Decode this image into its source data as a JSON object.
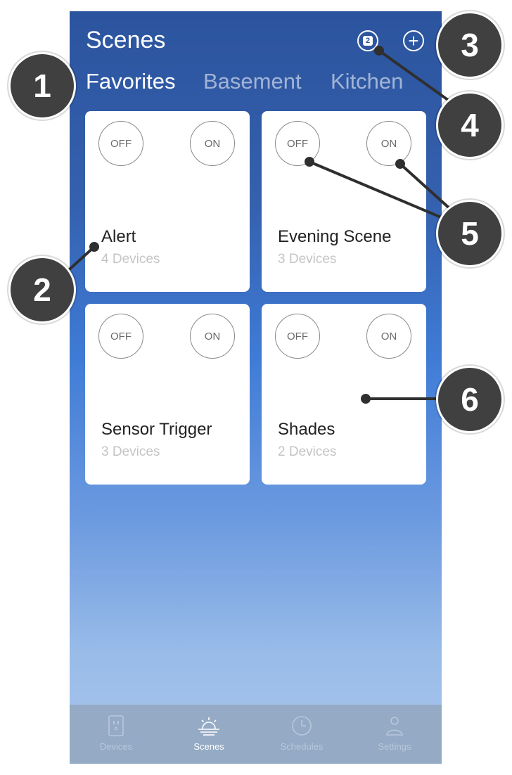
{
  "header": {
    "title": "Scenes",
    "favorites_badge": "2"
  },
  "tabs": [
    {
      "label": "Favorites",
      "active": true
    },
    {
      "label": "Basement",
      "active": false
    },
    {
      "label": "Kitchen",
      "active": false
    }
  ],
  "scenes": [
    {
      "name": "Alert",
      "devices": "4 Devices",
      "off_label": "OFF",
      "on_label": "ON"
    },
    {
      "name": "Evening Scene",
      "devices": "3 Devices",
      "off_label": "OFF",
      "on_label": "ON"
    },
    {
      "name": "Sensor Trigger",
      "devices": "3 Devices",
      "off_label": "OFF",
      "on_label": "ON"
    },
    {
      "name": "Shades",
      "devices": "2 Devices",
      "off_label": "OFF",
      "on_label": "ON"
    }
  ],
  "nav": [
    {
      "label": "Devices",
      "icon": "outlet-icon",
      "active": false
    },
    {
      "label": "Scenes",
      "icon": "sunrise-icon",
      "active": true
    },
    {
      "label": "Schedules",
      "icon": "clock-icon",
      "active": false
    },
    {
      "label": "Settings",
      "icon": "person-icon",
      "active": false
    }
  ],
  "callouts": [
    "1",
    "2",
    "3",
    "4",
    "5",
    "6"
  ],
  "colors": {
    "header_blue": "#2c549e",
    "gradient_bottom": "#a9c7ec",
    "navbar": "#95aac4",
    "callout": "#404040"
  }
}
